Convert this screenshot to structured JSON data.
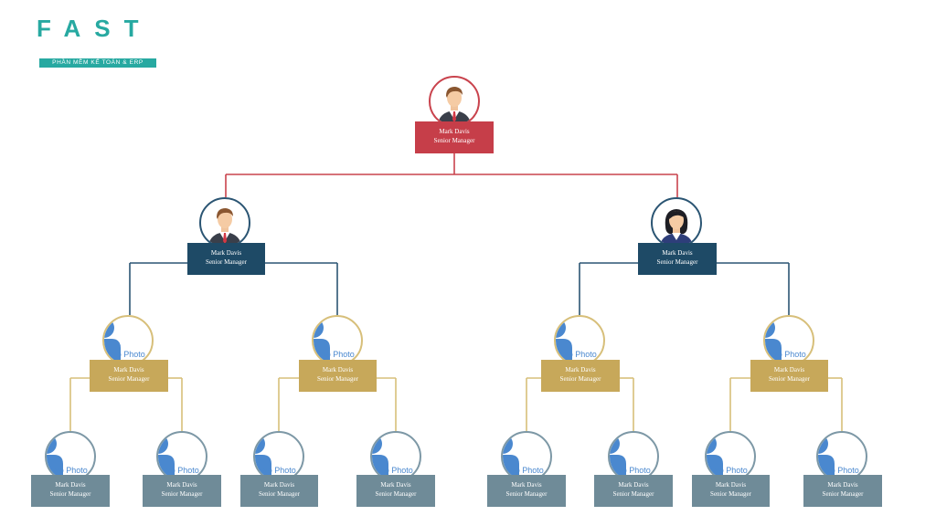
{
  "logo": {
    "wordmark": "FAST",
    "tagline": "PHẦN MỀM KẾ TOÁN & ERP"
  },
  "colors": {
    "level1": "#c63e49",
    "level2": "#1e4a66",
    "level3": "#c7a85a",
    "level4": "#6f8b98",
    "brand": "#27a9a1"
  },
  "nodes": {
    "root": {
      "name": "Mark Davis",
      "title": "Senior Manager",
      "photo": "man-avatar"
    },
    "left": {
      "name": "Mark Davis",
      "title": "Senior Manager",
      "photo": "man-avatar"
    },
    "right": {
      "name": "Mark Davis",
      "title": "Senior Manager",
      "photo": "woman-avatar"
    },
    "l1": {
      "name": "Mark Davis",
      "title": "Senior Manager",
      "photo_text": "No Photo"
    },
    "l2": {
      "name": "Mark Davis",
      "title": "Senior Manager",
      "photo_text": "No Photo"
    },
    "r1": {
      "name": "Mark Davis",
      "title": "Senior Manager",
      "photo_text": "No Photo"
    },
    "r2": {
      "name": "Mark Davis",
      "title": "Senior Manager",
      "photo_text": "No Photo"
    },
    "l1a": {
      "name": "Mark Davis",
      "title": "Senior Manager",
      "photo_text": "No Photo"
    },
    "l1b": {
      "name": "Mark Davis",
      "title": "Senior Manager",
      "photo_text": "No Photo"
    },
    "l2a": {
      "name": "Mark Davis",
      "title": "Senior Manager",
      "photo_text": "No Photo"
    },
    "l2b": {
      "name": "Mark Davis",
      "title": "Senior Manager",
      "photo_text": "No Photo"
    },
    "r1a": {
      "name": "Mark Davis",
      "title": "Senior Manager",
      "photo_text": "No Photo"
    },
    "r1b": {
      "name": "Mark Davis",
      "title": "Senior Manager",
      "photo_text": "No Photo"
    },
    "r2a": {
      "name": "Mark Davis",
      "title": "Senior Manager",
      "photo_text": "No Photo"
    },
    "r2b": {
      "name": "Mark Davis",
      "title": "Senior Manager",
      "photo_text": "No Photo"
    }
  }
}
